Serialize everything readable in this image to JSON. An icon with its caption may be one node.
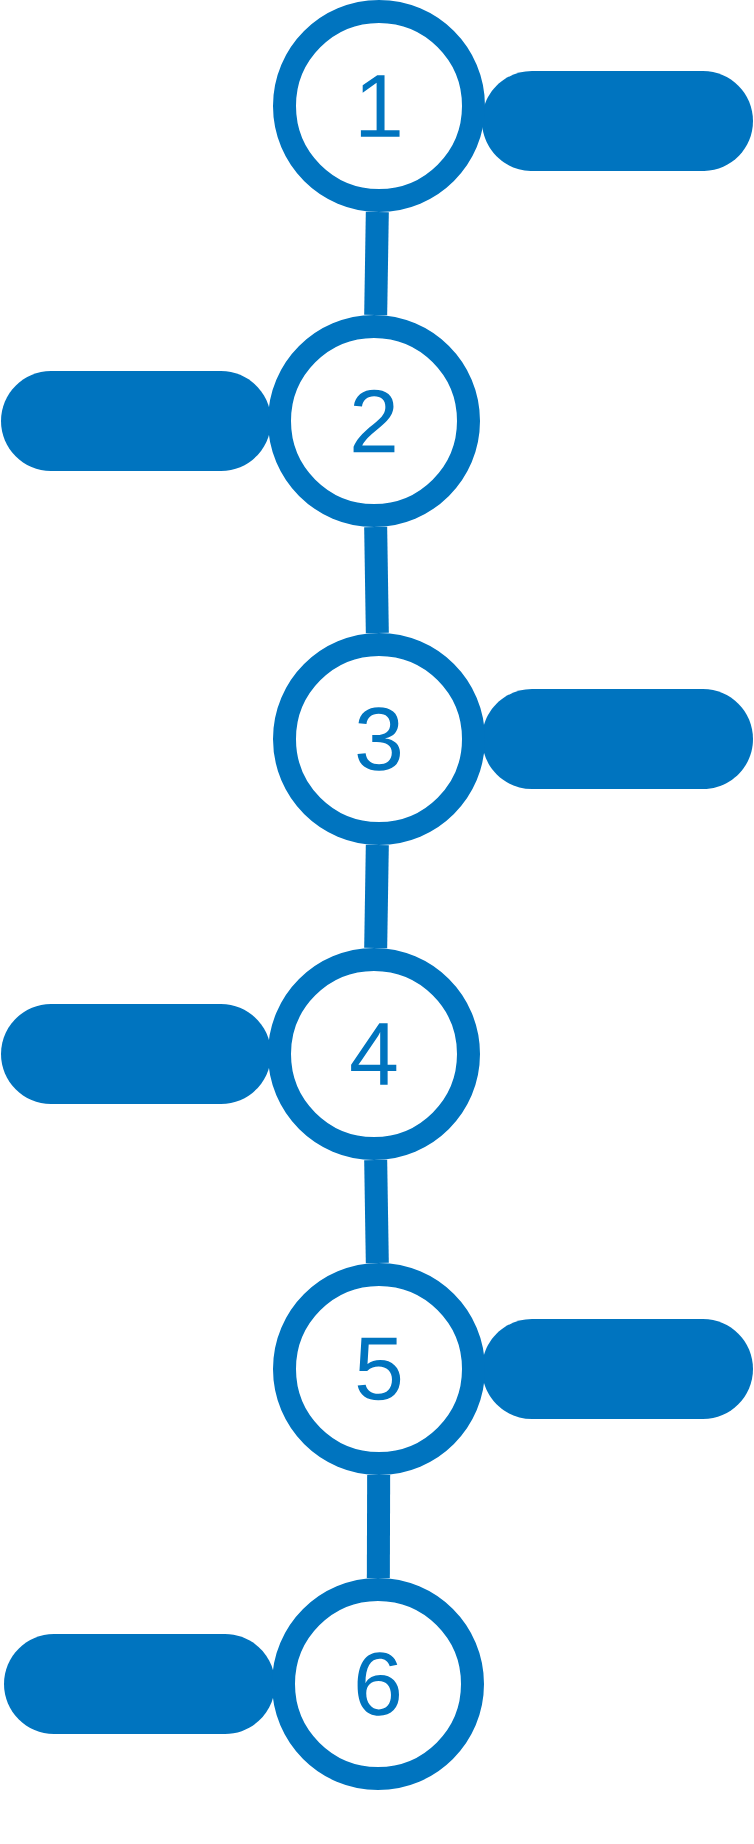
{
  "diagram": {
    "nodes": [
      {
        "text": [
          "1"
        ]
      },
      {
        "text": [],
        "shape": "bar"
      },
      {
        "text": [
          "2"
        ]
      },
      {
        "text": [],
        "shape": "bar"
      },
      {
        "text": [
          "3"
        ]
      },
      {
        "text": [],
        "shape": "bar"
      },
      {
        "text": [
          "4"
        ]
      },
      {
        "text": [],
        "shape": "bar"
      },
      {
        "text": [
          "5"
        ]
      },
      {
        "text": [],
        "shape": "bar"
      },
      {
        "text": [
          "6"
        ]
      },
      {
        "text": [],
        "shape": "bar"
      }
    ],
    "edges": [
      {
        "from": 0,
        "to": 2,
        "arrow": "none"
      },
      {
        "from": 2,
        "to": 4,
        "arrow": "none"
      },
      {
        "from": 4,
        "to": 6,
        "arrow": "none"
      },
      {
        "from": 6,
        "to": 8,
        "arrow": "none"
      },
      {
        "from": 8,
        "to": 10,
        "arrow": "none"
      }
    ]
  }
}
